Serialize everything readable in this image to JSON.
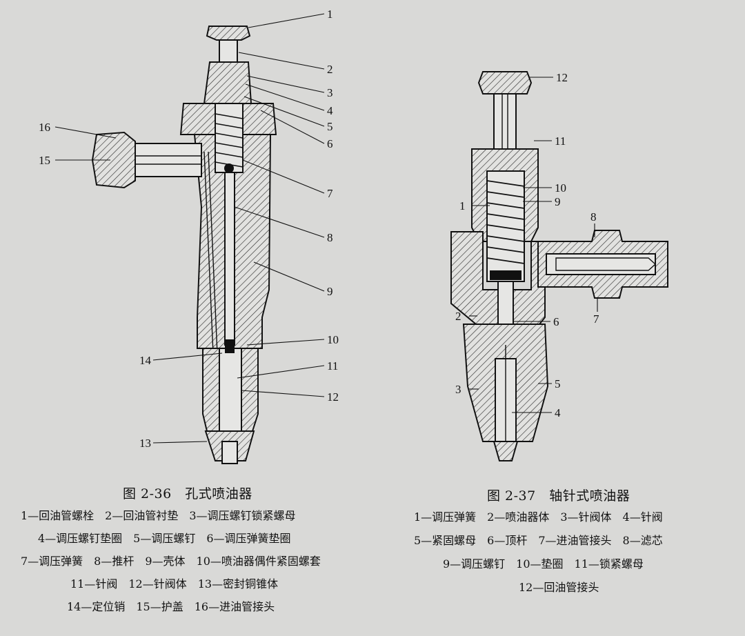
{
  "figures": [
    {
      "caption": "图 2-36　孔式喷油器",
      "callouts": [
        "1",
        "2",
        "3",
        "4",
        "5",
        "6",
        "7",
        "8",
        "9",
        "10",
        "11",
        "12",
        "13",
        "14",
        "15",
        "16"
      ],
      "legend": [
        "1—回油管螺栓　2—回油管衬垫　3—调压螺钉锁紧螺母",
        "4—调压螺钉垫圈　5—调压螺钉　6—调压弹簧垫圈",
        "7—调压弹簧　8—推杆　9—壳体　10—喷油器偶件紧固螺套",
        "11—针阀　12—针阀体　13—密封铜锥体",
        "14—定位销　15—护盖　16—进油管接头"
      ]
    },
    {
      "caption": "图 2-37　轴针式喷油器",
      "callouts": [
        "12",
        "11",
        "10",
        "9",
        "1",
        "8",
        "2",
        "6",
        "7",
        "3",
        "5",
        "4"
      ],
      "legend": [
        "1—调压弹簧　2—喷油器体　3—针阀体　4—针阀",
        "5—紧固螺母　6—顶杆　7—进油管接头　8—滤芯",
        "9—调压螺钉　10—垫圈　11—锁紧螺母",
        "12—回油管接头"
      ]
    }
  ]
}
